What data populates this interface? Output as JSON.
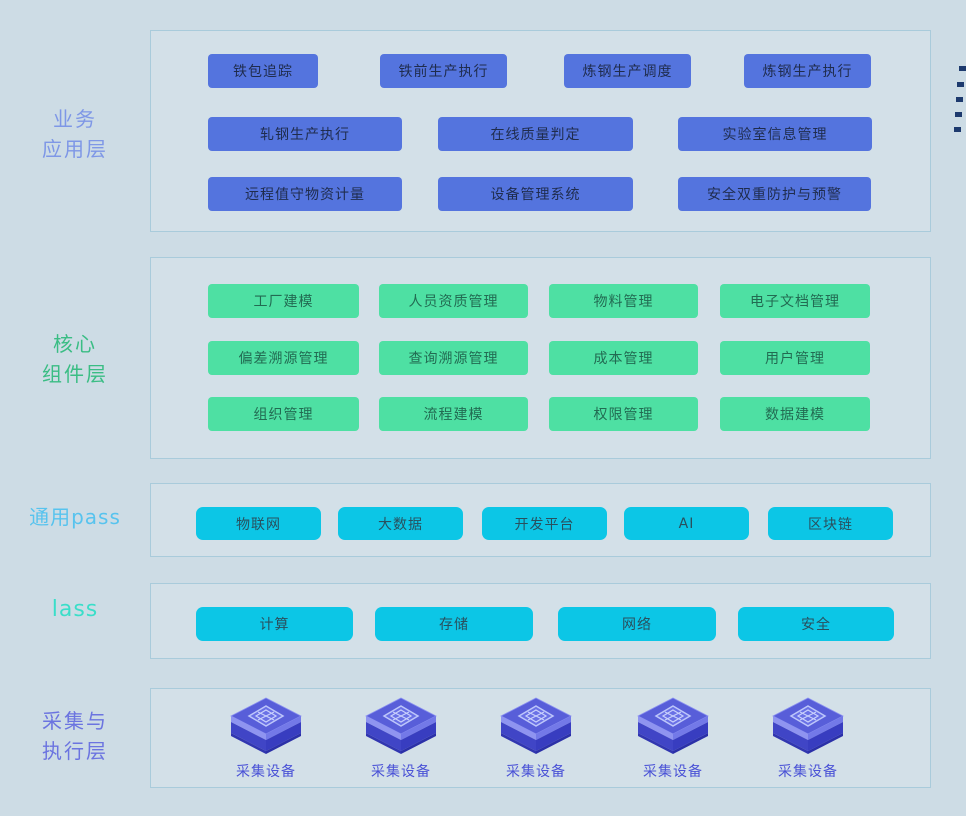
{
  "colors": {
    "page_bg": "#cddce5",
    "panel_bg": "#d3e0e8",
    "panel_border": "#a9cbdb",
    "blue_button_bg": "#5474de",
    "blue_button_text": "#1f2c4d",
    "green_button_bg": "#4ee0a3",
    "green_button_text": "#226b52",
    "cyan_button_bg": "#0cc6e6",
    "cyan_button_text": "#29505e",
    "business_label_color": "#7e97e6",
    "core_label_color": "#3abd84",
    "paas_label_color": "#57c3ee",
    "iaas_label_color": "#3adec9",
    "device_label_color": "#6b74e0",
    "device_caption_color": "#4a52d6",
    "cube_top": "#585ed9",
    "cube_side_dark": "#3f44c4",
    "edge_dots_color": "#1d3a6e"
  },
  "business_layer": {
    "label_line1": "业务",
    "label_line2": "应用层",
    "row1": [
      "铁包追踪",
      "铁前生产执行",
      "炼钢生产调度",
      "炼钢生产执行"
    ],
    "row2": [
      "轧钢生产执行",
      "在线质量判定",
      "实验室信息管理"
    ],
    "row3": [
      "远程值守物资计量",
      "设备管理系统",
      "安全双重防护与预警"
    ]
  },
  "core_layer": {
    "label_line1": "核心",
    "label_line2": "组件层",
    "row1": [
      "工厂建模",
      "人员资质管理",
      "物料管理",
      "电子文档管理"
    ],
    "row2": [
      "偏差溯源管理",
      "查询溯源管理",
      "成本管理",
      "用户管理"
    ],
    "row3": [
      "组织管理",
      "流程建模",
      "权限管理",
      "数据建模"
    ]
  },
  "paas_layer": {
    "label": "通用pass",
    "buttons": [
      "物联网",
      "大数据",
      "开发平台",
      "AI",
      "区块链"
    ]
  },
  "iaas_layer": {
    "label": "lass",
    "buttons": [
      "计算",
      "存储",
      "网络",
      "安全"
    ]
  },
  "device_layer": {
    "label_line1": "采集与",
    "label_line2": "执行层",
    "devices": [
      "采集设备",
      "采集设备",
      "采集设备",
      "采集设备",
      "采集设备"
    ]
  }
}
